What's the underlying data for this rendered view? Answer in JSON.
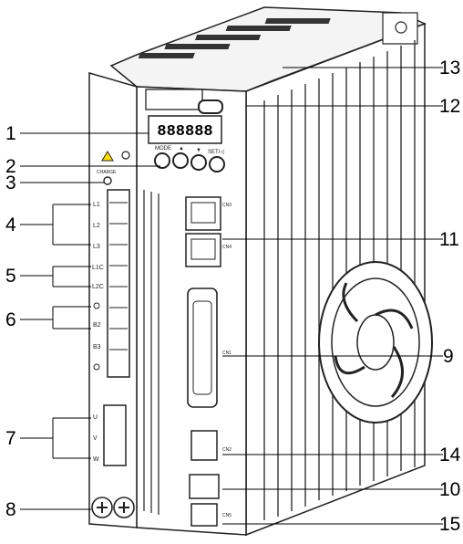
{
  "callouts_left": [
    "1",
    "2",
    "3",
    "4",
    "5",
    "6",
    "7",
    "8"
  ],
  "callouts_right": [
    "13",
    "12",
    "11",
    "9",
    "14",
    "10",
    "15"
  ],
  "display": {
    "digits": "888888"
  },
  "panel": {
    "charge": "CHARGE",
    "terminals_power": [
      "L1",
      "L2",
      "L3"
    ],
    "terminals_control": [
      "L1C",
      "L2C"
    ],
    "terminals_regen": [
      "B2",
      "B3"
    ],
    "terminals_motor": [
      "U",
      "V",
      "W"
    ],
    "buttons": [
      "MODE",
      "▲",
      "▼",
      "SET/◁"
    ],
    "cn_labels": [
      "CN3",
      "CN4",
      "CN1",
      "CN2",
      "CN5"
    ]
  }
}
